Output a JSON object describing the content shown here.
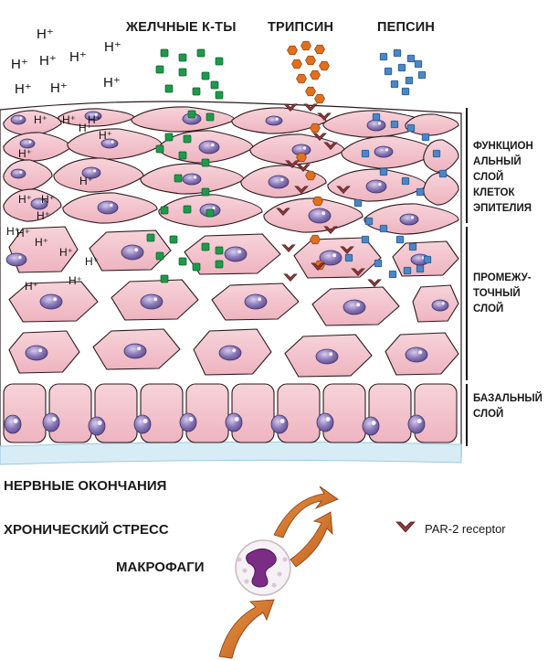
{
  "agents": {
    "hplus": "H⁺",
    "bile_acids": "ЖЕЛЧНЫЕ К-ТЫ",
    "trypsin": "ТРИПСИН",
    "pepsin": "ПЕПСИН"
  },
  "layers": {
    "functional": "ФУНКЦИОН\nАЛЬНЫЙ\nСЛОЙ\nКЛЕТОК\nЭПИТЕЛИЯ",
    "intermediate": "ПРОМЕЖУ-\nТОЧНЫЙ\nСЛОЙ",
    "basal": "БАЗАЛЬНЫЙ\nСЛОЙ"
  },
  "factors": {
    "nerves": "НЕРВНЫЕ ОКОНЧАНИЯ",
    "stress": "ХРОНИЧЕСКИЙ СТРЕСС",
    "macrophages": "МАКРОФАГИ"
  },
  "legend": {
    "par2": "PAR-2 receptor"
  },
  "colors": {
    "cell": "#f3c6cf",
    "cell_border": "#2a1a1e",
    "nucleus": "#8a78b8",
    "bile": "#1e9a4a",
    "trypsin": "#e0701e",
    "pepsin": "#4a86c8",
    "receptor": "#8b3a3a",
    "arrow": "#d2691e",
    "basement": "#d8ecf6"
  }
}
